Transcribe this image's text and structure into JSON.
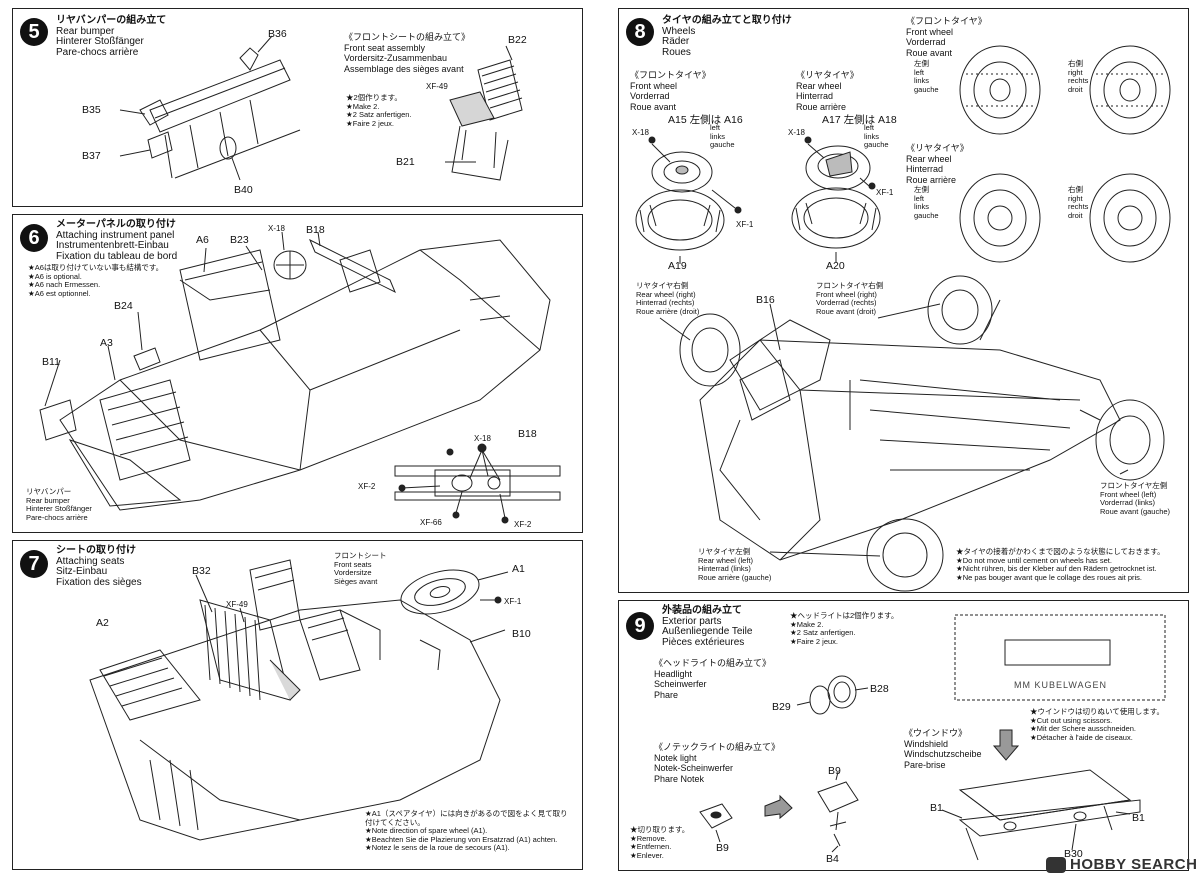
{
  "steps": {
    "s5": {
      "num": "5",
      "title": "リヤバンパーの組み立て",
      "sub": [
        "Rear bumper",
        "Hinterer Stoßfänger",
        "Pare-chocs arrière"
      ]
    },
    "s5b": {
      "title": "《フロントシートの組み立て》",
      "sub": [
        "Front seat assembly",
        "Vordersitz-Zusammenbau",
        "Assemblage des sièges avant"
      ],
      "notes": [
        "★2個作ります。",
        "★Make 2.",
        "★2 Satz anfertigen.",
        "★Faire 2 jeux."
      ]
    },
    "s6": {
      "num": "6",
      "title": "メーターパネルの取り付け",
      "sub": [
        "Attaching instrument panel",
        "Instrumentenbrett-Einbau",
        "Fixation du tableau de bord"
      ],
      "notes": [
        "★A6は取り付けていない事も結構です。",
        "★A6 is optional.",
        "★A6 nach Ermessen.",
        "★A6 est optionnel."
      ],
      "bumper": [
        "リヤバンパー",
        "Rear bumper",
        "Hinterer Stoßfänger",
        "Pare-chocs arrière"
      ]
    },
    "s7": {
      "num": "7",
      "title": "シートの取り付け",
      "sub": [
        "Attaching seats",
        "Sitz-Einbau",
        "Fixation des sièges"
      ],
      "front": [
        "フロントシート",
        "Front seats",
        "Vordersitze",
        "Sièges avant"
      ],
      "notes": [
        "★A1（スペアタイヤ）には向きがあるので図をよく見て取り",
        "付けてください。",
        "★Note direction of spare wheel (A1).",
        "★Beachten Sie die Plazierung von Ersatzrad (A1) achten.",
        "★Notez le sens de la roue de secours (A1)."
      ]
    },
    "s8": {
      "num": "8",
      "title": "タイヤの組み立てと取り付け",
      "sub": [
        "Wheels",
        "Räder",
        "Roues"
      ],
      "fw": [
        "《フロントタイヤ》",
        "Front wheel",
        "Vorderrad",
        "Roue avant"
      ],
      "rw": [
        "《リヤタイヤ》",
        "Rear wheel",
        "Hinterrad",
        "Roue arrière"
      ],
      "fw2": [
        "《フロントタイヤ》",
        "Front wheel",
        "Vorderrad",
        "Roue avant"
      ],
      "rw2": [
        "《リヤタイヤ》",
        "Rear wheel",
        "Hinterrad",
        "Roue arrière"
      ],
      "left": [
        "左側",
        "left",
        "links",
        "gauche"
      ],
      "right": [
        "右側",
        "right",
        "rechts",
        "droit"
      ],
      "left2": [
        "左側",
        "left",
        "links",
        "gauche"
      ],
      "right2": [
        "右側",
        "right",
        "rechts",
        "droit"
      ],
      "rwr": [
        "リヤタイヤ右側",
        "Rear wheel (right)",
        "Hinterrad (rechts)",
        "Roue arrière (droit)"
      ],
      "fwr": [
        "フロントタイヤ右側",
        "Front wheel (right)",
        "Vorderrad (rechts)",
        "Roue avant (droit)"
      ],
      "fwl": [
        "フロントタイヤ左側",
        "Front wheel (left)",
        "Vorderrad (links)",
        "Roue avant (gauche)"
      ],
      "rwl": [
        "リヤタイヤ左側",
        "Rear wheel (left)",
        "Hinterrad (links)",
        "Roue arrière (gauche)"
      ],
      "notes": [
        "★タイヤの接着がかわくまで図のような状態にしておきます。",
        "★Do not move until cement on wheels has set.",
        "★Nicht rühren, bis der Kleber auf den Rädern getrocknet ist.",
        "★Ne pas bouger avant que le collage des roues ait pris."
      ],
      "a15": "A15 左側は A16",
      "a17": "A17 左側は A18",
      "side1": [
        "left",
        "links",
        "gauche"
      ],
      "side2": [
        "left",
        "links",
        "gauche"
      ]
    },
    "s9": {
      "num": "9",
      "title": "外装品の組み立て",
      "sub": [
        "Exterior parts",
        "Außenliegende Teile",
        "Pièces extérieures"
      ],
      "hl_notes": [
        "★ヘッドライトは2個作ります。",
        "★Make 2.",
        "★2 Satz anfertigen.",
        "★Faire 2 jeux."
      ],
      "hl": [
        "《ヘッドライトの組み立て》",
        "Headlight",
        "Scheinwerfer",
        "Phare"
      ],
      "nl": [
        "《ノテックライトの組み立て》",
        "Notek light",
        "Notek-Scheinwerfer",
        "Phare Notek"
      ],
      "ws": [
        "《ウインドウ》",
        "Windshield",
        "Windschutzscheibe",
        "Pare-brise"
      ],
      "cut": [
        "★ウインドウは切りぬいて使用します。",
        "★Cut out using scissors.",
        "★Mit der Schere ausschneiden.",
        "★Détacher à l'aide de ciseaux."
      ],
      "remove": [
        "★切り取ります。",
        "★Remove.",
        "★Entfernen.",
        "★Enlever."
      ],
      "plate": "MM KUBELWAGEN"
    }
  },
  "parts": {
    "B36": "B36",
    "B35": "B35",
    "B37": "B37",
    "B40": "B40",
    "B22": "B22",
    "B21": "B21",
    "XF49a": "XF-49",
    "A6": "A6",
    "B23": "B23",
    "X18a": "X-18",
    "B18": "B18",
    "B24": "B24",
    "A3": "A3",
    "B11": "B11",
    "X18b": "X-18",
    "B18b": "B18",
    "XF2a": "XF-2",
    "XF66": "XF-66",
    "XF2b": "XF-2",
    "B32": "B32",
    "XF49b": "XF-49",
    "A2": "A2",
    "A1": "A1",
    "XF1a": "XF-1",
    "B10": "B10",
    "X18c": "X-18",
    "XF1b": "XF-1",
    "A19": "A19",
    "X18d": "X-18",
    "XF1c": "XF-1",
    "A20": "A20",
    "B16": "B16",
    "B29": "B29",
    "B28": "B28",
    "B9a": "B9",
    "B9b": "B9",
    "B4": "B4",
    "B1a": "B1",
    "B1b": "B1",
    "B30": "B30"
  },
  "watermark": "HOBBY SEARCH"
}
